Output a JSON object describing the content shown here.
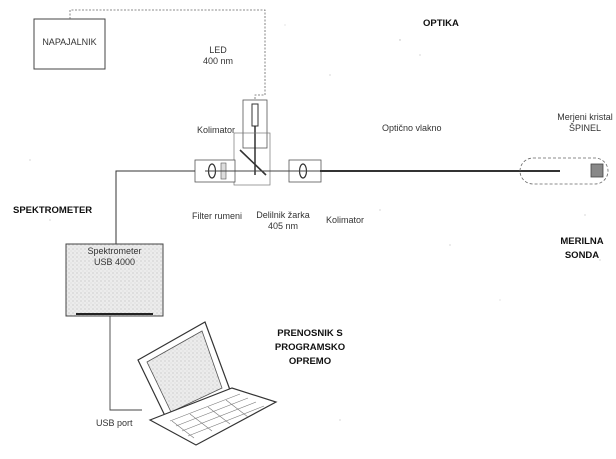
{
  "sections": {
    "optika": "OPTIKA",
    "spektrometer": "SPEKTROMETER",
    "merilna_sonda_1": "MERILNA",
    "merilna_sonda_2": "SONDA",
    "prenosnik_1": "PRENOSNIK S",
    "prenosnik_2": "PROGRAMSKO",
    "prenosnik_3": "OPREMO"
  },
  "components": {
    "napajalnik": "NAPAJALNIK",
    "led_1": "LED",
    "led_2": "400 nm",
    "kolimator_top": "Kolimator",
    "kolimator_bottom": "Kolimator",
    "filter": "Filter rumeni",
    "delilnik_1": "Delilnik žarka",
    "delilnik_2": "405 nm",
    "opticno_vlakno": "Optično vlakno",
    "kristal_1": "Merjeni kristal",
    "kristal_2": "ŠPINEL",
    "spektrometer_1": "Spektrometer",
    "spektrometer_2": "USB 4000",
    "usb_port": "USB port"
  },
  "colors": {
    "line": "#444444",
    "box_fill": "#e6e6e6",
    "crystal": "#888888"
  }
}
